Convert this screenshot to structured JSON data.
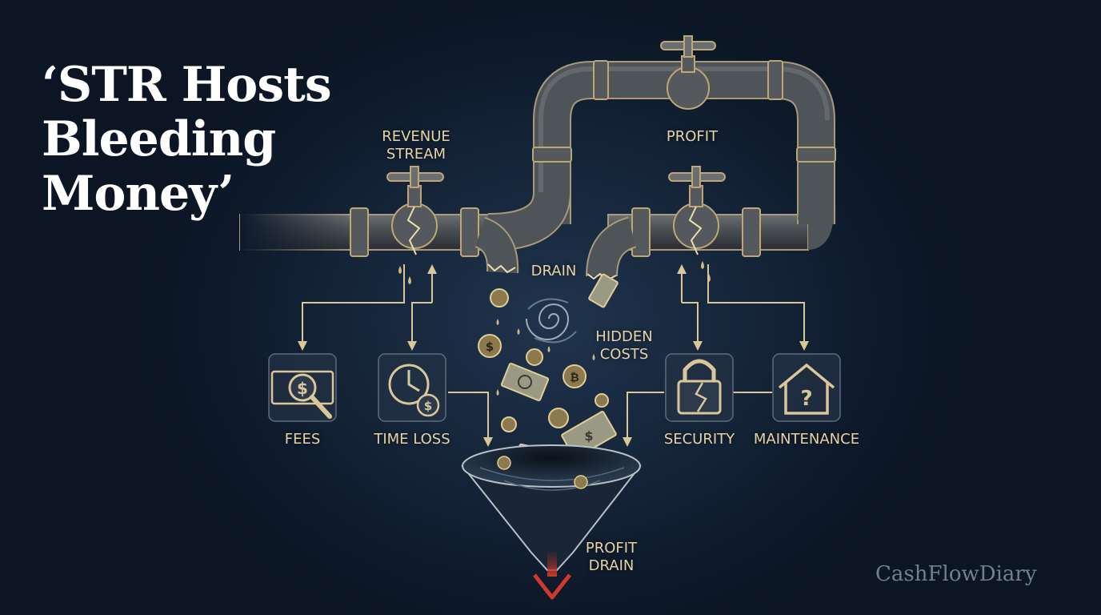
{
  "header": {
    "title_lines": [
      "‘STR Hosts",
      "Bleeding",
      "Money’"
    ]
  },
  "diagram": {
    "revenue_stream": [
      "REVENUE",
      "STREAM"
    ],
    "profit": "PROFIT",
    "drain": "DRAIN",
    "hidden_costs": [
      "HIDDEN",
      "COSTS"
    ],
    "fees": "FEES",
    "time_loss": "TIME LOSS",
    "security": "SECURITY",
    "maintenance": "MAINTENANCE",
    "profit_drain": [
      "PROFIT",
      "DRAIN"
    ]
  },
  "brand": "CashFlowDiary",
  "colors": {
    "background": "#0e1a2b",
    "accent_gold": "#e4d3a6",
    "pipe": "#5b5f63",
    "arrow_red": "#c0392b"
  },
  "icons": [
    "money-magnifier-icon",
    "clock-coin-icon",
    "broken-lock-icon",
    "house-question-icon",
    "coin-icon",
    "banknote-icon",
    "vortex-icon",
    "faucet-valve-icon"
  ]
}
